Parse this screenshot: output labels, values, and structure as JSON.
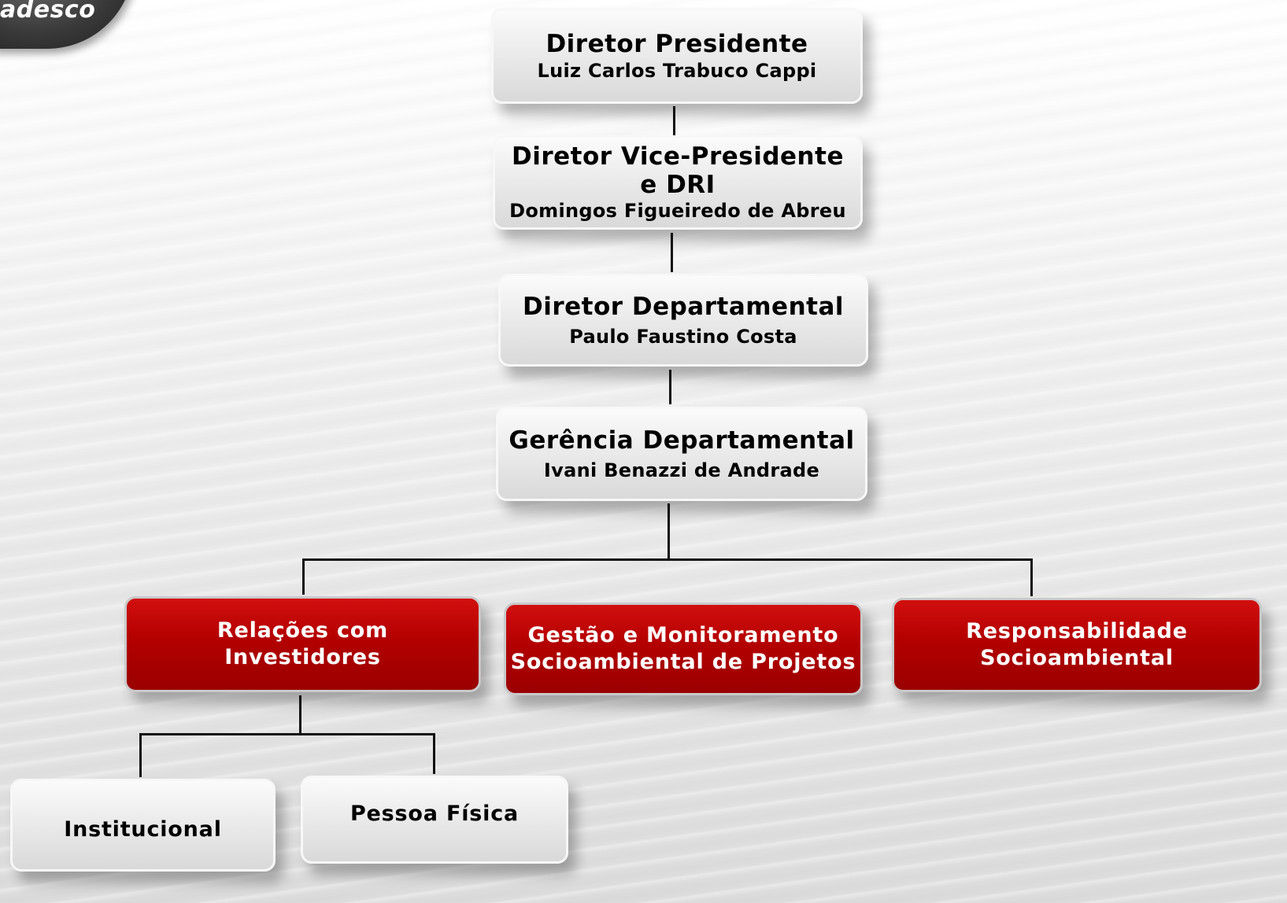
{
  "logo": {
    "text": "adesco"
  },
  "chart": {
    "executives": [
      {
        "title": "Diretor Presidente",
        "name": "Luiz Carlos Trabuco Cappi"
      },
      {
        "title": "Diretor Vice-Presidente\ne DRI",
        "name": "Domingos Figueiredo de Abreu"
      },
      {
        "title": "Diretor Departamental",
        "name": "Paulo Faustino Costa"
      },
      {
        "title": "Gerência Departamental",
        "name": "Ivani Benazzi de Andrade"
      }
    ],
    "divisions": [
      "Relações com\nInvestidores",
      "Gestão e  Monitoramento\nSocioambiental de Projetos",
      "Responsabilidade\nSocioambiental"
    ],
    "sub_units": [
      "Institucional",
      "Pessoa Física"
    ]
  },
  "colors": {
    "division_fill": "#b30000",
    "box_fill": "#e6e6e6",
    "connector": "#111111"
  }
}
